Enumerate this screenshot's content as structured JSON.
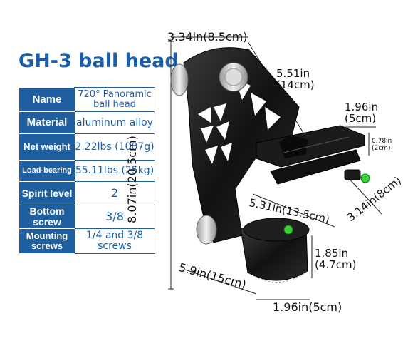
{
  "title": "GH-3 ball head",
  "specs": [
    {
      "name": "Name",
      "value": "720° Panoramic ball head"
    },
    {
      "name": "Material",
      "value": "aluminum alloy"
    },
    {
      "name": "Net weight",
      "value": "2.22lbs (1007g)"
    },
    {
      "name": "Load-bearing",
      "value": "55.11lbs (25kg)"
    },
    {
      "name": "Spirit level",
      "value": "2"
    },
    {
      "name": "Bottom screw",
      "value": "3/8"
    },
    {
      "name": "Mounting screws",
      "value": "1/4 and 3/8 screws"
    }
  ],
  "dimensions": {
    "top_width": "3.34in(8.5cm)",
    "arm_length": "5.51in (14cm)",
    "clamp_width": "1.96in (5cm)",
    "clamp_thickness": "0.78in (2cm)",
    "height": "8.07in(20.5cm)",
    "plate_length": "5.31in(13.5cm)",
    "plate_depth": "3.14in(8cm)",
    "base_height": "1.85in (4.7cm)",
    "base_length": "5.9in(15cm)",
    "base_diameter": "1.96in(5cm)"
  },
  "colors": {
    "accent": "#1f5f9f",
    "title": "#1a5ea8",
    "level": "#3ad13a"
  }
}
